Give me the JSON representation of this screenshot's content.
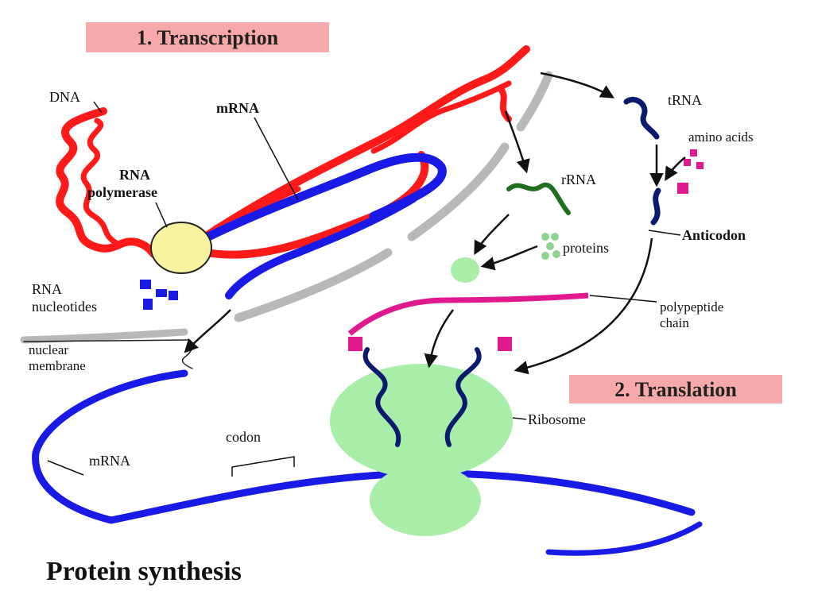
{
  "colors": {
    "dna": "#ff1a1a",
    "mrna": "#1a1ae6",
    "mrna_tick": "#aee6f0",
    "polymerase": "#f7f2a0",
    "ribosome": "#a8eda8",
    "trna": "#0a1a6e",
    "rrna": "#1e6e1e",
    "proteins": "#8fd18f",
    "amino_acid": "#e0198f",
    "membrane": "#b8b8b8",
    "banner": "#f7a8a8"
  },
  "banners": {
    "transcription": "1. Transcription",
    "translation": "2. Translation"
  },
  "labels": {
    "dna": "DNA",
    "mrna_top": "mRNA",
    "rna_polymerase_1": "RNA",
    "rna_polymerase_2": "polymerase",
    "rna_nucleotides_1": "RNA",
    "rna_nucleotides_2": "nucleotides",
    "nuclear_membrane_1": "nuclear",
    "nuclear_membrane_2": "membrane",
    "mrna_bottom": "mRNA",
    "codon": "codon",
    "trna": "tRNA",
    "amino_acids": "amino acids",
    "rrna": "rRNA",
    "proteins": "proteins",
    "anticodon": "Anticodon",
    "polypeptide_1": "polypeptide",
    "polypeptide_2": "chain",
    "ribosome": "Ribosome"
  },
  "title": "Protein synthesis"
}
